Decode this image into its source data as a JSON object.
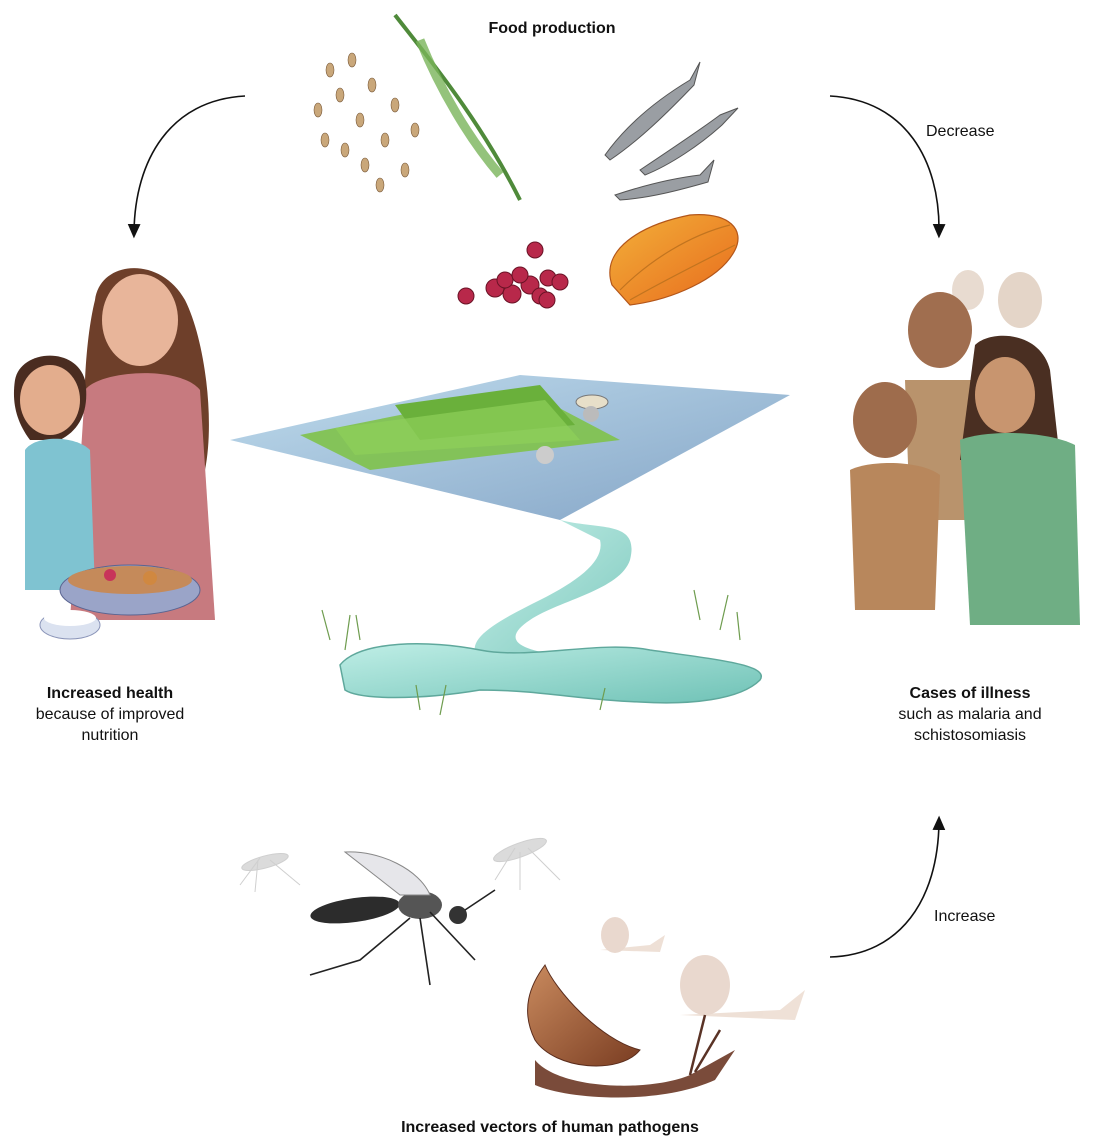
{
  "food": {
    "title": "Food production"
  },
  "health": {
    "title": "Increased health",
    "line1": "because of improved",
    "line2": "nutrition"
  },
  "illness": {
    "title": "Cases of illness",
    "line1": "such as malaria and",
    "line2": "schistosomiasis"
  },
  "vectors": {
    "title": "Increased vectors of human pathogens"
  },
  "arrows": {
    "decrease": "Decrease",
    "increase": "Increase"
  },
  "illustrations": {
    "rice": "rice-panicle-illustration",
    "fish": "fish-illustration",
    "berries": "red-berries-illustration",
    "starfruit": "starfruit-illustration",
    "paddy": "rice-paddy-illustration",
    "family": "mother-child-meal-illustration",
    "sick": "sick-villagers-illustration",
    "mosquito": "mosquito-illustration",
    "snail": "snail-illustration"
  },
  "colors": {
    "water": "#8fd3c9",
    "rice": "#7fc24a",
    "text": "#111111"
  }
}
